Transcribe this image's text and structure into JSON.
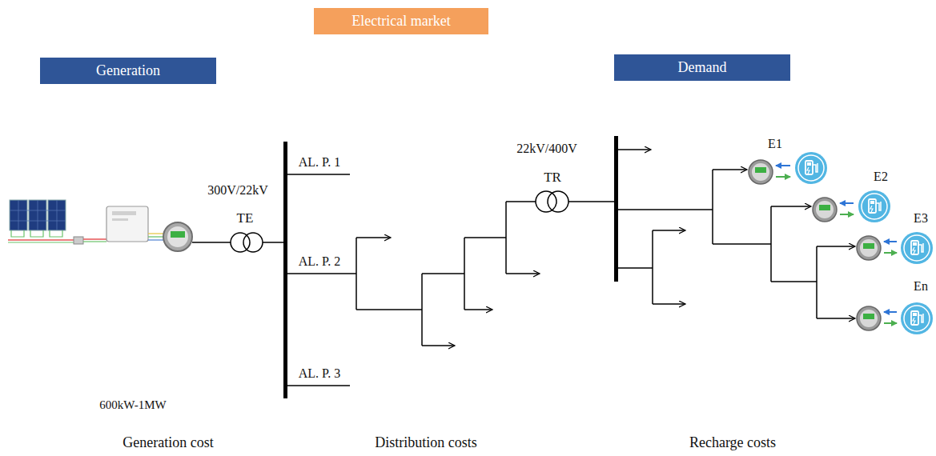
{
  "diagram": {
    "nodes": [
      {
        "text": [
          "Generation"
        ]
      },
      {
        "text": [
          "Electrical market"
        ]
      },
      {
        "text": [
          "Demand"
        ]
      }
    ],
    "labels": [
      "300V/22kV",
      "TE",
      "AL. P. 1",
      "AL. P. 2",
      "AL. P. 3",
      "22kV/400V",
      "TR",
      "E1",
      "E2",
      "E3",
      "En",
      "600kW-1MW",
      "Generation cost",
      "Distribution costs",
      "Recharge costs"
    ]
  }
}
